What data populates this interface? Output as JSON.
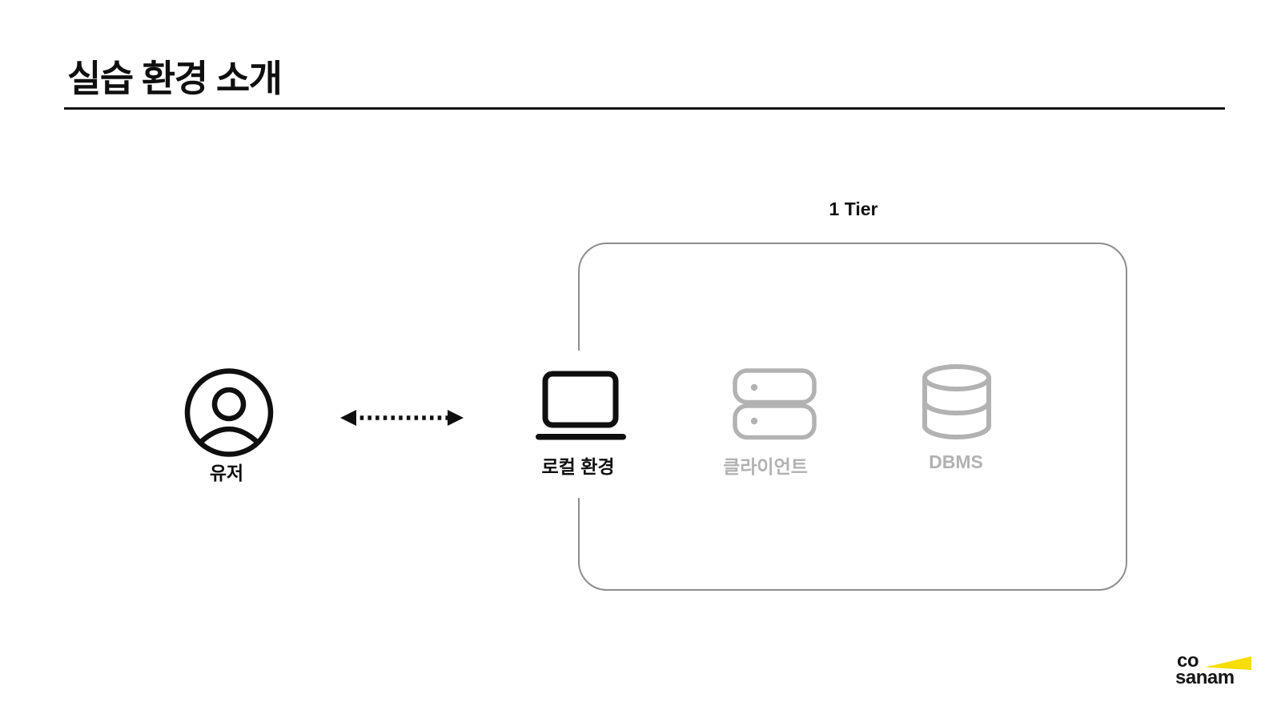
{
  "slide": {
    "title": "실습 환경 소개"
  },
  "diagram": {
    "tier_box": {
      "label": "1 Tier"
    },
    "nodes": [
      {
        "id": "user",
        "label": "유저",
        "icon": "user-circle-icon",
        "state": "active"
      },
      {
        "id": "local-env",
        "label": "로컬 환경",
        "icon": "laptop-icon",
        "state": "active"
      },
      {
        "id": "client",
        "label": "클라이언트",
        "icon": "server-icon",
        "state": "inactive"
      },
      {
        "id": "dbms",
        "label": "DBMS",
        "icon": "database-icon",
        "state": "inactive"
      }
    ],
    "connector": {
      "type": "dotted-double-arrow",
      "between": [
        "유저",
        "로컬 환경"
      ]
    }
  },
  "branding": {
    "logo_line1": "co",
    "logo_line2": "sanam"
  },
  "colors": {
    "active_ink": "#0f0f0f",
    "inactive_gray": "#b2b2b2",
    "box_border_gray": "#8d8d8d",
    "logo_yellow": "#f6de02"
  }
}
